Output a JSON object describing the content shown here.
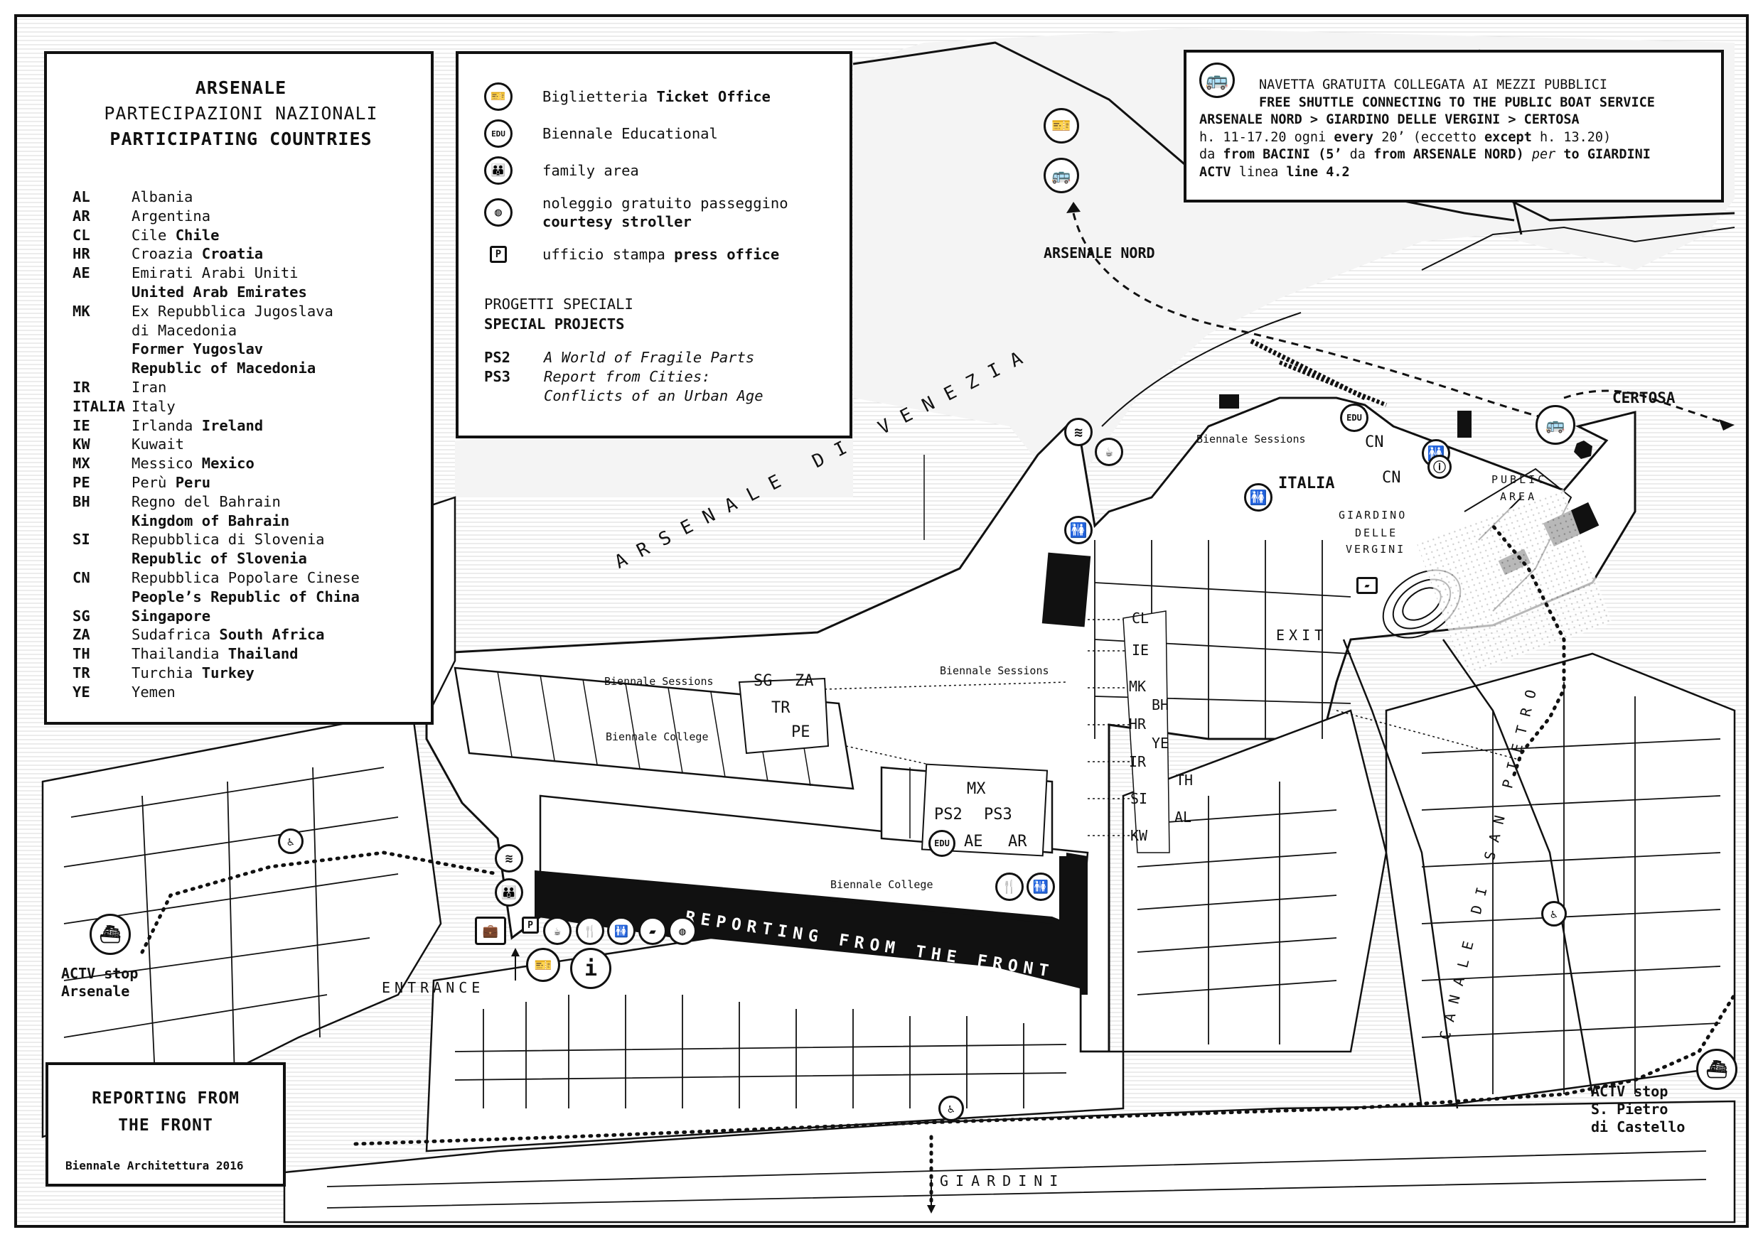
{
  "countries_legend": {
    "title": "ARSENALE",
    "subtitle_it": "PARTECIPAZIONI NAZIONALI",
    "subtitle_en": "PARTICIPATING COUNTRIES",
    "items": [
      {
        "code": "AL",
        "lines": [
          {
            "t": "Albania"
          }
        ]
      },
      {
        "code": "AR",
        "lines": [
          {
            "t": "Argentina"
          }
        ]
      },
      {
        "code": "CL",
        "lines": [
          {
            "t": "Cile ",
            "b": "Chile"
          }
        ]
      },
      {
        "code": "HR",
        "lines": [
          {
            "t": "Croazia ",
            "b": "Croatia"
          }
        ]
      },
      {
        "code": "AE",
        "lines": [
          {
            "t": "Emirati Arabi Uniti"
          },
          {
            "t": "",
            "b": "United Arab Emirates"
          }
        ]
      },
      {
        "code": "MK",
        "lines": [
          {
            "t": "Ex Repubblica Jugoslava"
          },
          {
            "t": "di Macedonia"
          },
          {
            "t": "",
            "b": "Former Yugoslav"
          },
          {
            "t": "",
            "b": "Republic of Macedonia"
          }
        ]
      },
      {
        "code": "IR",
        "lines": [
          {
            "t": "Iran"
          }
        ]
      },
      {
        "code": "ITALIA",
        "lines": [
          {
            "t": "Italy"
          }
        ]
      },
      {
        "code": "IE",
        "lines": [
          {
            "t": "Irlanda ",
            "b": "Ireland"
          }
        ]
      },
      {
        "code": "KW",
        "lines": [
          {
            "t": "Kuwait"
          }
        ]
      },
      {
        "code": "MX",
        "lines": [
          {
            "t": "Messico ",
            "b": "Mexico"
          }
        ]
      },
      {
        "code": "PE",
        "lines": [
          {
            "t": "Perù ",
            "b": "Peru"
          }
        ]
      },
      {
        "code": "BH",
        "lines": [
          {
            "t": "Regno del Bahrain"
          },
          {
            "t": "",
            "b": "Kingdom of Bahrain"
          }
        ]
      },
      {
        "code": "SI",
        "lines": [
          {
            "t": "Repubblica di Slovenia"
          },
          {
            "t": "",
            "b": "Republic of Slovenia"
          }
        ]
      },
      {
        "code": "CN",
        "lines": [
          {
            "t": "Repubblica Popolare Cinese"
          },
          {
            "t": "",
            "b": "People’s Republic of China"
          }
        ]
      },
      {
        "code": "SG",
        "lines": [
          {
            "t": "",
            "b": "Singapore"
          }
        ]
      },
      {
        "code": "ZA",
        "lines": [
          {
            "t": "Sudafrica ",
            "b": "South Africa"
          }
        ]
      },
      {
        "code": "TH",
        "lines": [
          {
            "t": "Thailandia ",
            "b": "Thailand"
          }
        ]
      },
      {
        "code": "TR",
        "lines": [
          {
            "t": "Turchia ",
            "b": "Turkey"
          }
        ]
      },
      {
        "code": "YE",
        "lines": [
          {
            "t": "Yemen"
          }
        ]
      }
    ]
  },
  "services_legend": {
    "items": [
      {
        "icon": "ticket-icon",
        "glyph": "🎫",
        "t": "Biglietteria  ",
        "b": "Ticket Office"
      },
      {
        "icon": "edu-icon",
        "glyph": "EDU",
        "t": "Biennale Educational",
        "b": ""
      },
      {
        "icon": "family-icon",
        "glyph": "👪",
        "t": "family area",
        "b": ""
      },
      {
        "icon": "stroller-icon",
        "glyph": "◍",
        "t": "noleggio gratuito passeggino",
        "b2": "courtesy stroller"
      },
      {
        "icon": "press-icon",
        "glyph": "P",
        "t": "ufficio stampa ",
        "b": "press office",
        "square": true
      }
    ],
    "special_title_it": "PROGETTI SPECIALI",
    "special_title_en": "SPECIAL PROJECTS",
    "projects": [
      {
        "code": "PS2",
        "name": "A World of Fragile Parts"
      },
      {
        "code": "PS3",
        "name": "Report from Cities:",
        "name2": "Conflicts of an Urban Age"
      }
    ]
  },
  "shuttle_box": {
    "line1": "NAVETTA GRATUITA COLLEGATA AI MEZZI PUBBLICI",
    "line2": "FREE SHUTTLE CONNECTING TO THE PUBLIC BOAT SERVICE",
    "line3": "ARSENALE NORD > GIARDINO DELLE VERGINI > CERTOSA",
    "line4_a": "h. 11-17.20 ogni ",
    "line4_b": "every",
    "line4_c": " 20’ (eccetto ",
    "line4_d": "except",
    "line4_e": " h. 13.20)",
    "line5_a": "da ",
    "line5_b": "from",
    "line5_c": " BACINI (5’",
    "line5_d": " da ",
    "line5_e": "from",
    "line5_f": " ARSENALE NORD) ",
    "line5_g": "per",
    "line5_h": " to GIARDINI",
    "line6_a": "ACTV",
    "line6_b": " linea ",
    "line6_c": "line",
    "line6_d": " 4.2"
  },
  "title_box": {
    "title_1": "REPORTING FROM",
    "title_2": "THE FRONT",
    "subtitle": "Biennale Architettura 2016"
  },
  "map_labels": {
    "arsenale_nord": "ARSENALE NORD",
    "certosa": "CERTOSA",
    "arsenale_di_venezia": "ARSENALE DI VENEZIA",
    "italia": "ITALIA",
    "giardino_1": "GIARDINO",
    "giardino_2": "DELLE",
    "giardino_3": "VERGINI",
    "public_area_1": "PUBLIC",
    "public_area_2": "AREA",
    "exit": "EXIT",
    "entrance": "ENTRANCE",
    "actv_arsenale_1": "ACTV stop",
    "actv_arsenale_2": "Arsenale",
    "actv_pietro_1": "ACTV stop",
    "actv_pietro_2": "S. Pietro",
    "actv_pietro_3": "di Castello",
    "giardini": "GIARDINI",
    "canale": "CANALE DI SAN PIETRO",
    "banner": "REPORTING FROM THE FRONT",
    "biennale_sessions": "Biennale Sessions",
    "biennale_college": "Biennale College",
    "edu": "EDU"
  },
  "pavilion_codes": [
    "CL",
    "IE",
    "MK",
    "HR",
    "BH",
    "YE",
    "IR",
    "TH",
    "SI",
    "AL",
    "KW",
    "SG",
    "ZA",
    "TR",
    "PE",
    "MX",
    "PS2",
    "PS3",
    "AE",
    "AR",
    "CN",
    "CN"
  ]
}
